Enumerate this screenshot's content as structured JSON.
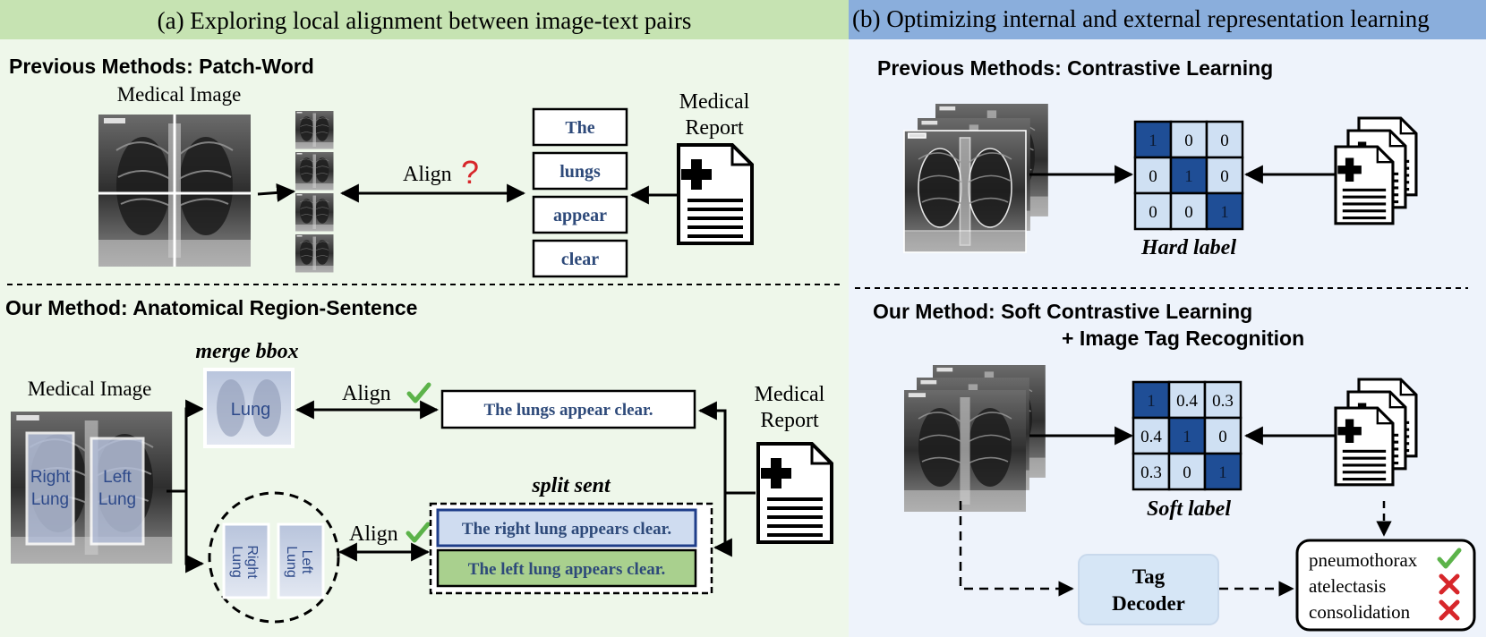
{
  "panel_a": {
    "title": "(a) Exploring local alignment between image-text pairs",
    "previous": {
      "heading": "Previous Methods:  Patch-Word",
      "image_label": "Medical Image",
      "align_label": "Align",
      "report_label_1": "Medical",
      "report_label_2": "Report",
      "words": [
        "The",
        "lungs",
        "appear",
        "clear"
      ]
    },
    "ours": {
      "heading": "Our Method:  Anatomical Region-Sentence",
      "image_label": "Medical Image",
      "merge_label": "merge bbox",
      "lung_label": "Lung",
      "right_lung_1": "Right",
      "right_lung_2": "Lung",
      "left_lung_1": "Left",
      "left_lung_2": "Lung",
      "align_label_1": "Align",
      "align_label_2": "Align",
      "report_label_1": "Medical",
      "report_label_2": "Report",
      "merged_sentence": "The lungs appear clear.",
      "split_label": "split sent",
      "split_sentences": [
        "The right lung appears clear.",
        "The left lung appears clear."
      ]
    }
  },
  "panel_b": {
    "title": "(b) Optimizing internal and external representation learning",
    "previous": {
      "heading": "Previous Methods:  Contrastive Learning",
      "matrix_caption": "Hard label",
      "matrix": [
        [
          "1",
          "0",
          "0"
        ],
        [
          "0",
          "1",
          "0"
        ],
        [
          "0",
          "0",
          "1"
        ]
      ]
    },
    "ours": {
      "heading_1": "Our Method:   Soft Contrastive Learning",
      "heading_2": "+ Image Tag Recognition",
      "matrix_caption": "Soft label",
      "matrix": [
        [
          "1",
          "0.4",
          "0.3"
        ],
        [
          "0.4",
          "1",
          "0"
        ],
        [
          "0.3",
          "0",
          "1"
        ]
      ],
      "decoder_1": "Tag",
      "decoder_2": "Decoder",
      "tags": [
        {
          "label": "pneumothorax",
          "status": "check"
        },
        {
          "label": "atelectasis",
          "status": "cross"
        },
        {
          "label": "consolidation",
          "status": "cross"
        }
      ]
    }
  },
  "colors": {
    "panel_a_header": "#c6e3b2",
    "panel_a_bg": "#eef7ea",
    "panel_b_header": "#8aaedc",
    "panel_b_bg": "#eef3fb",
    "matrix_dark": "#1f4e96",
    "matrix_light": "#cfe0f3",
    "word_text": "#2e4a7a",
    "check": "#5cb34a",
    "cross": "#d7262a",
    "question": "#d7262a",
    "sentence_blue": "#cfdcf0",
    "sentence_green": "#a9d08e",
    "decoder_fill": "#d6e6f6"
  }
}
